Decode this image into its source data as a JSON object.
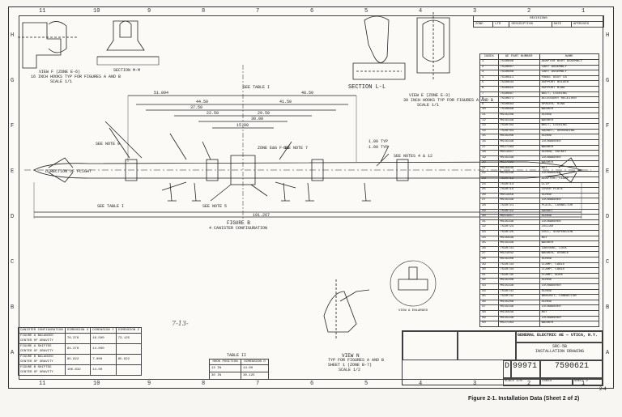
{
  "zones_top": [
    "11",
    "10",
    "9",
    "8",
    "7",
    "6",
    "5",
    "4",
    "3",
    "2",
    "1"
  ],
  "zones_side": [
    "H",
    "G",
    "F",
    "E",
    "D",
    "C",
    "B",
    "A"
  ],
  "revisions": {
    "header": "REVISIONS",
    "cols": [
      "ZONE",
      "LTR",
      "DESCRIPTION",
      "DATE",
      "APPROVED"
    ]
  },
  "parts_table": {
    "headers": [
      "INDEX",
      "GE PART NUMBER",
      "NAME"
    ],
    "rows": [
      [
        "1",
        "7590606",
        "ADAPTER BODY ASSEMBLY"
      ],
      [
        "2",
        "7590607",
        "CART ASSEMBLY"
      ],
      [
        "3",
        "7590608",
        "CART ASSEMBLY"
      ],
      [
        "4",
        "7590611",
        "PANEL ASSY CB"
      ],
      [
        "5",
        "7590644",
        "SUPPORT HOLDER"
      ],
      [
        "6",
        "7590655",
        "SUPPORT RING"
      ],
      [
        "7",
        "7590667",
        "BOLT, LOCKING"
      ],
      [
        "8",
        "7590671",
        "ACCESSORY RECEIVER"
      ],
      [
        "9",
        "7590683",
        "SPACER, RING"
      ],
      [
        "10",
        "7590698",
        "WASHER"
      ],
      [
        "11",
        "MS35206",
        "SCREW"
      ],
      [
        "12",
        "MS35338",
        "WASHER"
      ],
      [
        "13",
        "7590702",
        "BOLT, LOCKING"
      ],
      [
        "14",
        "7590703",
        "GASKET, GROUNDING"
      ],
      [
        "15",
        "MS35206",
        "SCREW"
      ],
      [
        "16",
        "MS35338",
        "LOCKWASHER"
      ],
      [
        "17",
        "MS27183",
        "WASHER"
      ],
      [
        "18",
        "MS51957",
        "SCREW, SOCKET"
      ],
      [
        "19",
        "MS35338",
        "LOCKWASHER"
      ],
      [
        "20",
        "MS27183",
        "WASHER"
      ],
      [
        "21",
        "MS35649",
        "NUT"
      ],
      [
        "22",
        "MS35338",
        "LOCKWASHER"
      ],
      [
        "23",
        "7590712",
        "ADAPTER, CLAMP"
      ],
      [
        "24",
        "7590713",
        "CLIP"
      ],
      [
        "25",
        "7590715",
        "COVER PLATE"
      ],
      [
        "26",
        "MS51958",
        "SCREW"
      ],
      [
        "27",
        "MS35338",
        "LOCKWASHER"
      ],
      [
        "28",
        "7590721",
        "PLATE, CONNECTOR"
      ],
      [
        "29",
        "7590722",
        "GASKET"
      ],
      [
        "30",
        "MS51957",
        "SCREW"
      ],
      [
        "31",
        "MS35338",
        "LOCKWASHER"
      ],
      [
        "32",
        "7590724",
        "COLLAR"
      ],
      [
        "33",
        "7590725",
        "COLL, SUSPENSION"
      ],
      [
        "34",
        "MS35649",
        "NUT"
      ],
      [
        "35",
        "MS35338",
        "WASHER"
      ],
      [
        "36",
        "7590731",
        "LANYARD, LOCK"
      ],
      [
        "37",
        "MS21042",
        "WASHER, DOUBLE"
      ],
      [
        "38",
        "MS35206",
        "SCREW"
      ],
      [
        "39",
        "7590733",
        "CLAMP, CABLE"
      ],
      [
        "40",
        "7590734",
        "CLAMP, CABLE"
      ],
      [
        "41",
        "7590735",
        "CLAMP, WIRE"
      ],
      [
        "42",
        "MS35206",
        "SCREW"
      ],
      [
        "43",
        "MS35338",
        "LOCKWASHER"
      ],
      [
        "44",
        "7590741",
        "SCREW"
      ],
      [
        "45",
        "7590742",
        "BRACKET, CONNECTOR"
      ],
      [
        "46",
        "MS35206",
        "SCREW"
      ],
      [
        "47",
        "MS35338",
        "LOCKWASHER"
      ],
      [
        "48",
        "MS35649",
        "NUT"
      ],
      [
        "49",
        "MS35338",
        "LOCKWASHER"
      ],
      [
        "50",
        "MS27183",
        "WASHER"
      ]
    ]
  },
  "views": {
    "view_f": "VIEW F (ZONE E-6)",
    "view_f_sub": "16 INCH HOOKS TYP FOR FIGURES A AND B",
    "view_f_scale": "SCALE 1/1",
    "section_mm": "SECTION M-M",
    "section_ll": "SECTION L-L",
    "view_e": "VIEW E (ZONE E-3)",
    "view_e_sub": "30 INCH HOOKS TYP FOR FIGURES A AND B",
    "view_e_scale": "SCALE 1/1",
    "view_n": "VIEW N",
    "view_n_sub": "TYP FOR FIGURES A AND B",
    "view_n_sub2": "SHEET 1 (ZONE B-7)",
    "view_n_scale": "SCALE 1/2",
    "figure": "FIGURE B",
    "figure_sub": "4 CANISTER CONFIGURATION",
    "direction": "DIRECTION OF FLIGHT",
    "detail_caption": "VIEW A ENLARGED"
  },
  "dims": {
    "d1": "51.094",
    "d2": "44.50",
    "d3": "37.50",
    "d4": "22.50",
    "d5": "29.50",
    "d6": "30.00",
    "d7": "41.50",
    "d8": "48.50",
    "d9": "15.00",
    "d10": "191.267",
    "see_table": "SEE TABLE I",
    "see_note9": "SEE NOTE 9",
    "see_note5": "SEE NOTE 5",
    "see_note7": "SEE NOTE 7",
    "see_note46": "SEE NOTES 4 & 12",
    "typ1": "1.00 TYP",
    "typ2": "1.00 TYP",
    "zone": "ZONE E&G F-11"
  },
  "cg_table": {
    "headers": [
      "CANISTER CONFIGURATION",
      "DIMENSION X",
      "DIMENSION Y",
      "DIMENSION Z"
    ],
    "rows": [
      [
        "FIGURE A BALANCED CENTER OF GRAVITY",
        "76.376",
        "16.500",
        "73.125"
      ],
      [
        "FIGURE A SHIFTED CENTER OF GRAVITY",
        "84.376",
        "14.000",
        ""
      ],
      [
        "FIGURE B BALANCED CENTER OF GRAVITY",
        "85.622",
        "7.000",
        "85.622"
      ],
      [
        "FIGURE B SHIFTED CENTER OF GRAVITY",
        "106.832",
        "14.00",
        ""
      ]
    ]
  },
  "table_ii": {
    "title": "TABLE II",
    "headers": [
      "HOOK POSITION",
      "DIMENSION D"
    ],
    "rows": [
      [
        "14 IN",
        "14.00"
      ],
      [
        "30 IN",
        "30.125"
      ]
    ]
  },
  "title_block": {
    "company": "GENERAL ELECTRIC",
    "location": "AE — UTICA, N.Y.",
    "drawing_title": "SRC-5B",
    "drawing_subtitle": "INSTALLATION DRAWING",
    "size": "D",
    "code_ident": "99971",
    "dwg_no": "7590621",
    "scale": "SCALE 1/8",
    "sheet": "SHEET 2",
    "ref": "24654"
  },
  "caption": "Figure 2-1. Installation Data (Sheet 2 of 2)",
  "page_number": "2-4",
  "handwriting": "7-13-"
}
